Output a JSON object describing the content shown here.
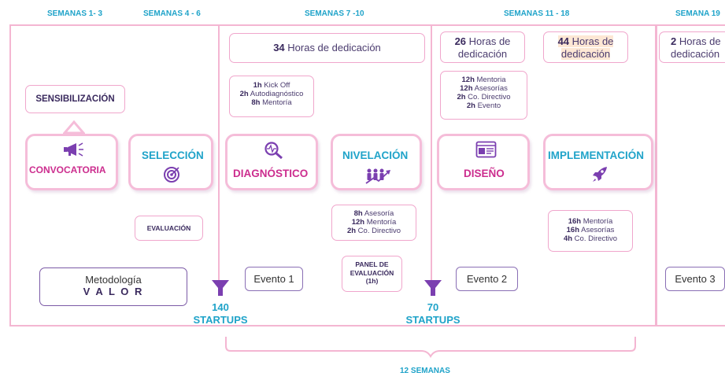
{
  "weeks": [
    {
      "label": "SEMANAS  1- 3"
    },
    {
      "label": "SEMANAS 4 - 6"
    },
    {
      "label": "SEMANAS 7 -10"
    },
    {
      "label": "SEMANAS 11 - 18"
    },
    {
      "label": "SEMANA 19"
    }
  ],
  "stage1": {
    "sensibilizacion": "SENSIBILIZACIÓN",
    "convocatoria": "CONVOCATORIA",
    "seleccion": "SELECCIÓN",
    "evaluacion": "EVALUACIÓN",
    "methodology_line1": "Metodología",
    "methodology_line2": "V A L O R"
  },
  "stage2": {
    "hours_num": "34",
    "hours_text": " Horas de dedicación",
    "kickoff_list": [
      {
        "h": "1h",
        "t": " Kick Off"
      },
      {
        "h": "2h",
        "t": " Autodiagnóstico"
      },
      {
        "h": "8h",
        "t": " Mentoría"
      }
    ],
    "diagnostico": "DIAGNÓSTICO",
    "nivelacion": "NIVELACIÓN",
    "nivelacion_list": [
      {
        "h": "8h",
        "t": " Asesoría"
      },
      {
        "h": "12h",
        "t": " Mentoría"
      },
      {
        "h": "2h",
        "t": " Co. Directivo"
      }
    ],
    "panel_line1": "PANEL DE",
    "panel_line2": "EVALUACIÓN",
    "panel_line3": "(1h)",
    "event": "Evento 1",
    "funnel_num": "140",
    "funnel_label": "STARTUPS"
  },
  "stage3": {
    "hours_a_num": "26",
    "hours_a_text1": " Horas de",
    "hours_a_text2": "dedicación",
    "hours_b_num": "44",
    "hours_b_text1": " Horas de",
    "hours_b_text2": "dedicación",
    "diseno_list": [
      {
        "h": "12h",
        "t": " Mentoria"
      },
      {
        "h": "12h",
        "t": " Asesorías"
      },
      {
        "h": "2h",
        "t": " Co. Directivo"
      },
      {
        "h": "2h",
        "t": " Evento"
      }
    ],
    "diseno": "DISEÑO",
    "implementacion": "IMPLEMENTACIÓN",
    "impl_list": [
      {
        "h": "16h",
        "t": " Mentoría"
      },
      {
        "h": "16h",
        "t": " Asesorías"
      },
      {
        "h": "4h",
        "t": " Co. Directivo"
      }
    ],
    "event": "Evento 2",
    "funnel_num": "70",
    "funnel_label": "STARTUPS"
  },
  "stage4": {
    "hours_num": "2",
    "hours_text1": " Horas de",
    "hours_text2": "dedicación",
    "event": "Evento 3"
  },
  "footer": {
    "total": "12 SEMANAS"
  },
  "colors": {
    "pink_border": "#f4b6d2",
    "pink_title": "#cc2d8e",
    "blue_title": "#1fa3c9",
    "purple": "#7b3fb0"
  }
}
